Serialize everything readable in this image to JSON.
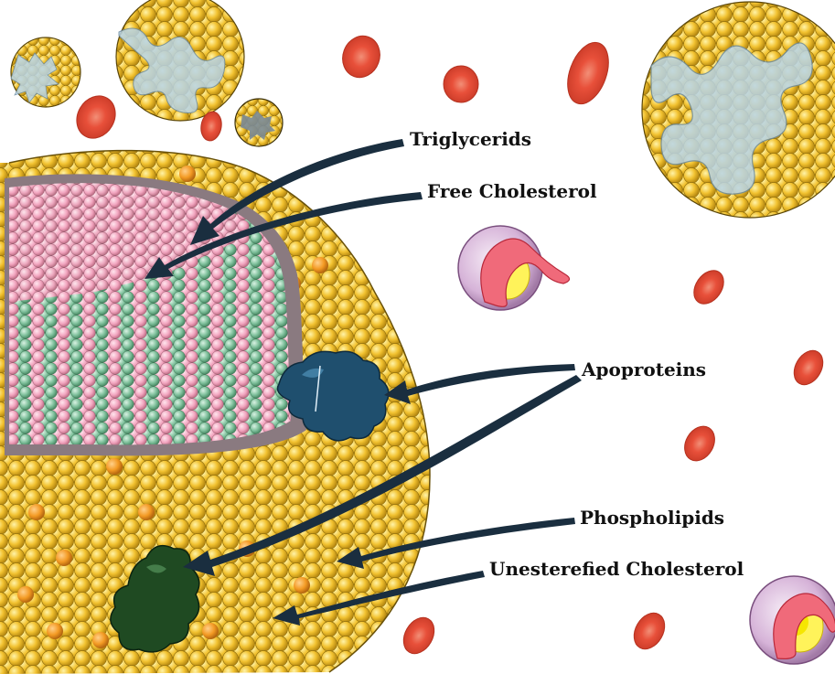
{
  "labels": {
    "triglycerids": "Triglycerids",
    "free_cholesterol": "Free Cholesterol",
    "apoproteins": "Apoproteins",
    "phospholipids": "Phospholipids",
    "unesterefied_cholesterol": "Unesterefied Cholesterol"
  },
  "colors": {
    "phospholipid": "#f2c230",
    "phospholipid_light": "#fbe27a",
    "phospholipid_orange": "#f39a23",
    "triglyceride_pink": "#f2a5bf",
    "cholesterol_green": "#7dbf9a",
    "apoprotein_blue": "#1f4f6e",
    "apoprotein_green": "#1f4a22",
    "red_blood_cell": "#e8503a",
    "arrow": "#1a2e3f",
    "protein_strand": "#b8d4e6",
    "membrane_grey": "#8a7a80"
  },
  "icons": {
    "red_blood_cell": "red-blood-cell-icon",
    "lipoprotein": "lipoprotein-particle-icon",
    "macrophage": "cell-with-nucleus-icon"
  }
}
